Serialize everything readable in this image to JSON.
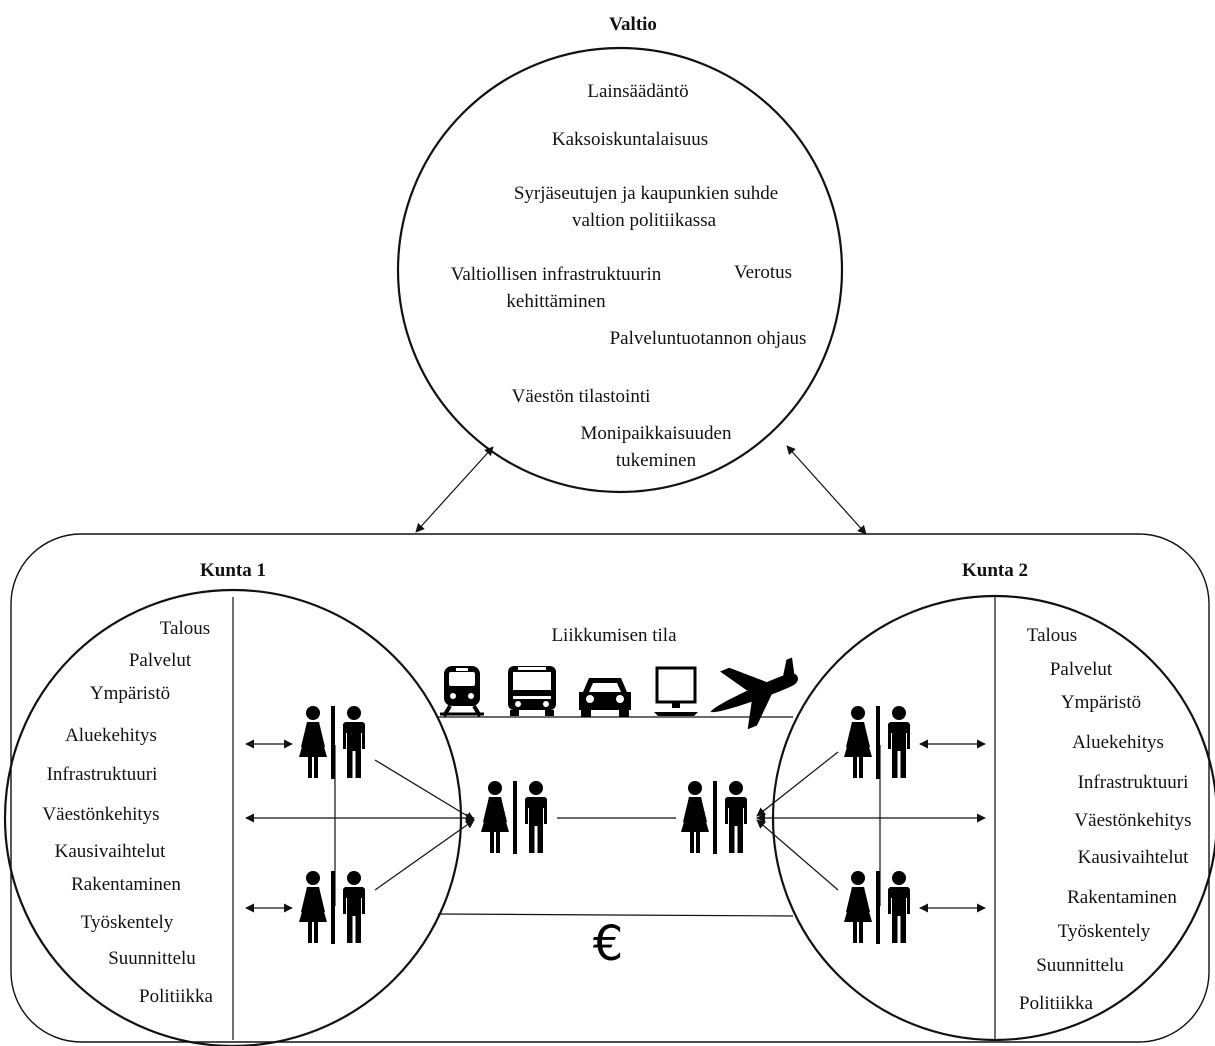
{
  "state": {
    "title": "Valtio",
    "items": [
      "Lainsäädäntö",
      "Kaksoiskuntalaisuus",
      "Syrjäseutujen ja kaupunkien suhde",
      "valtion politiikassa",
      "Valtiollisen infrastruktuurin",
      "kehittäminen",
      "Verotus",
      "Palveluntuotannon ohjaus",
      "Väestön tilastointi",
      "Monipaikkaisuuden",
      "tukeminen"
    ]
  },
  "municipality1": {
    "title": "Kunta 1",
    "items": [
      "Talous",
      "Palvelut",
      "Ympäristö",
      "Aluekehitys",
      "Infrastruktuuri",
      "Väestönkehitys",
      "Kausivaihtelut",
      "Rakentaminen",
      "Työskentely",
      "Suunnittelu",
      "Politiikka"
    ]
  },
  "municipality2": {
    "title": "Kunta 2",
    "items": [
      "Talous",
      "Palvelut",
      "Ympäristö",
      "Aluekehitys",
      "Infrastruktuuri",
      "Väestönkehitys",
      "Kausivaihtelut",
      "Rakentaminen",
      "Työskentely",
      "Suunnittelu",
      "Politiikka"
    ]
  },
  "mobility": {
    "label": "Liikkumisen tila",
    "icons": [
      "train-icon",
      "bus-icon",
      "car-icon",
      "computer-icon",
      "airplane-icon"
    ],
    "currency_symbol": "€"
  }
}
